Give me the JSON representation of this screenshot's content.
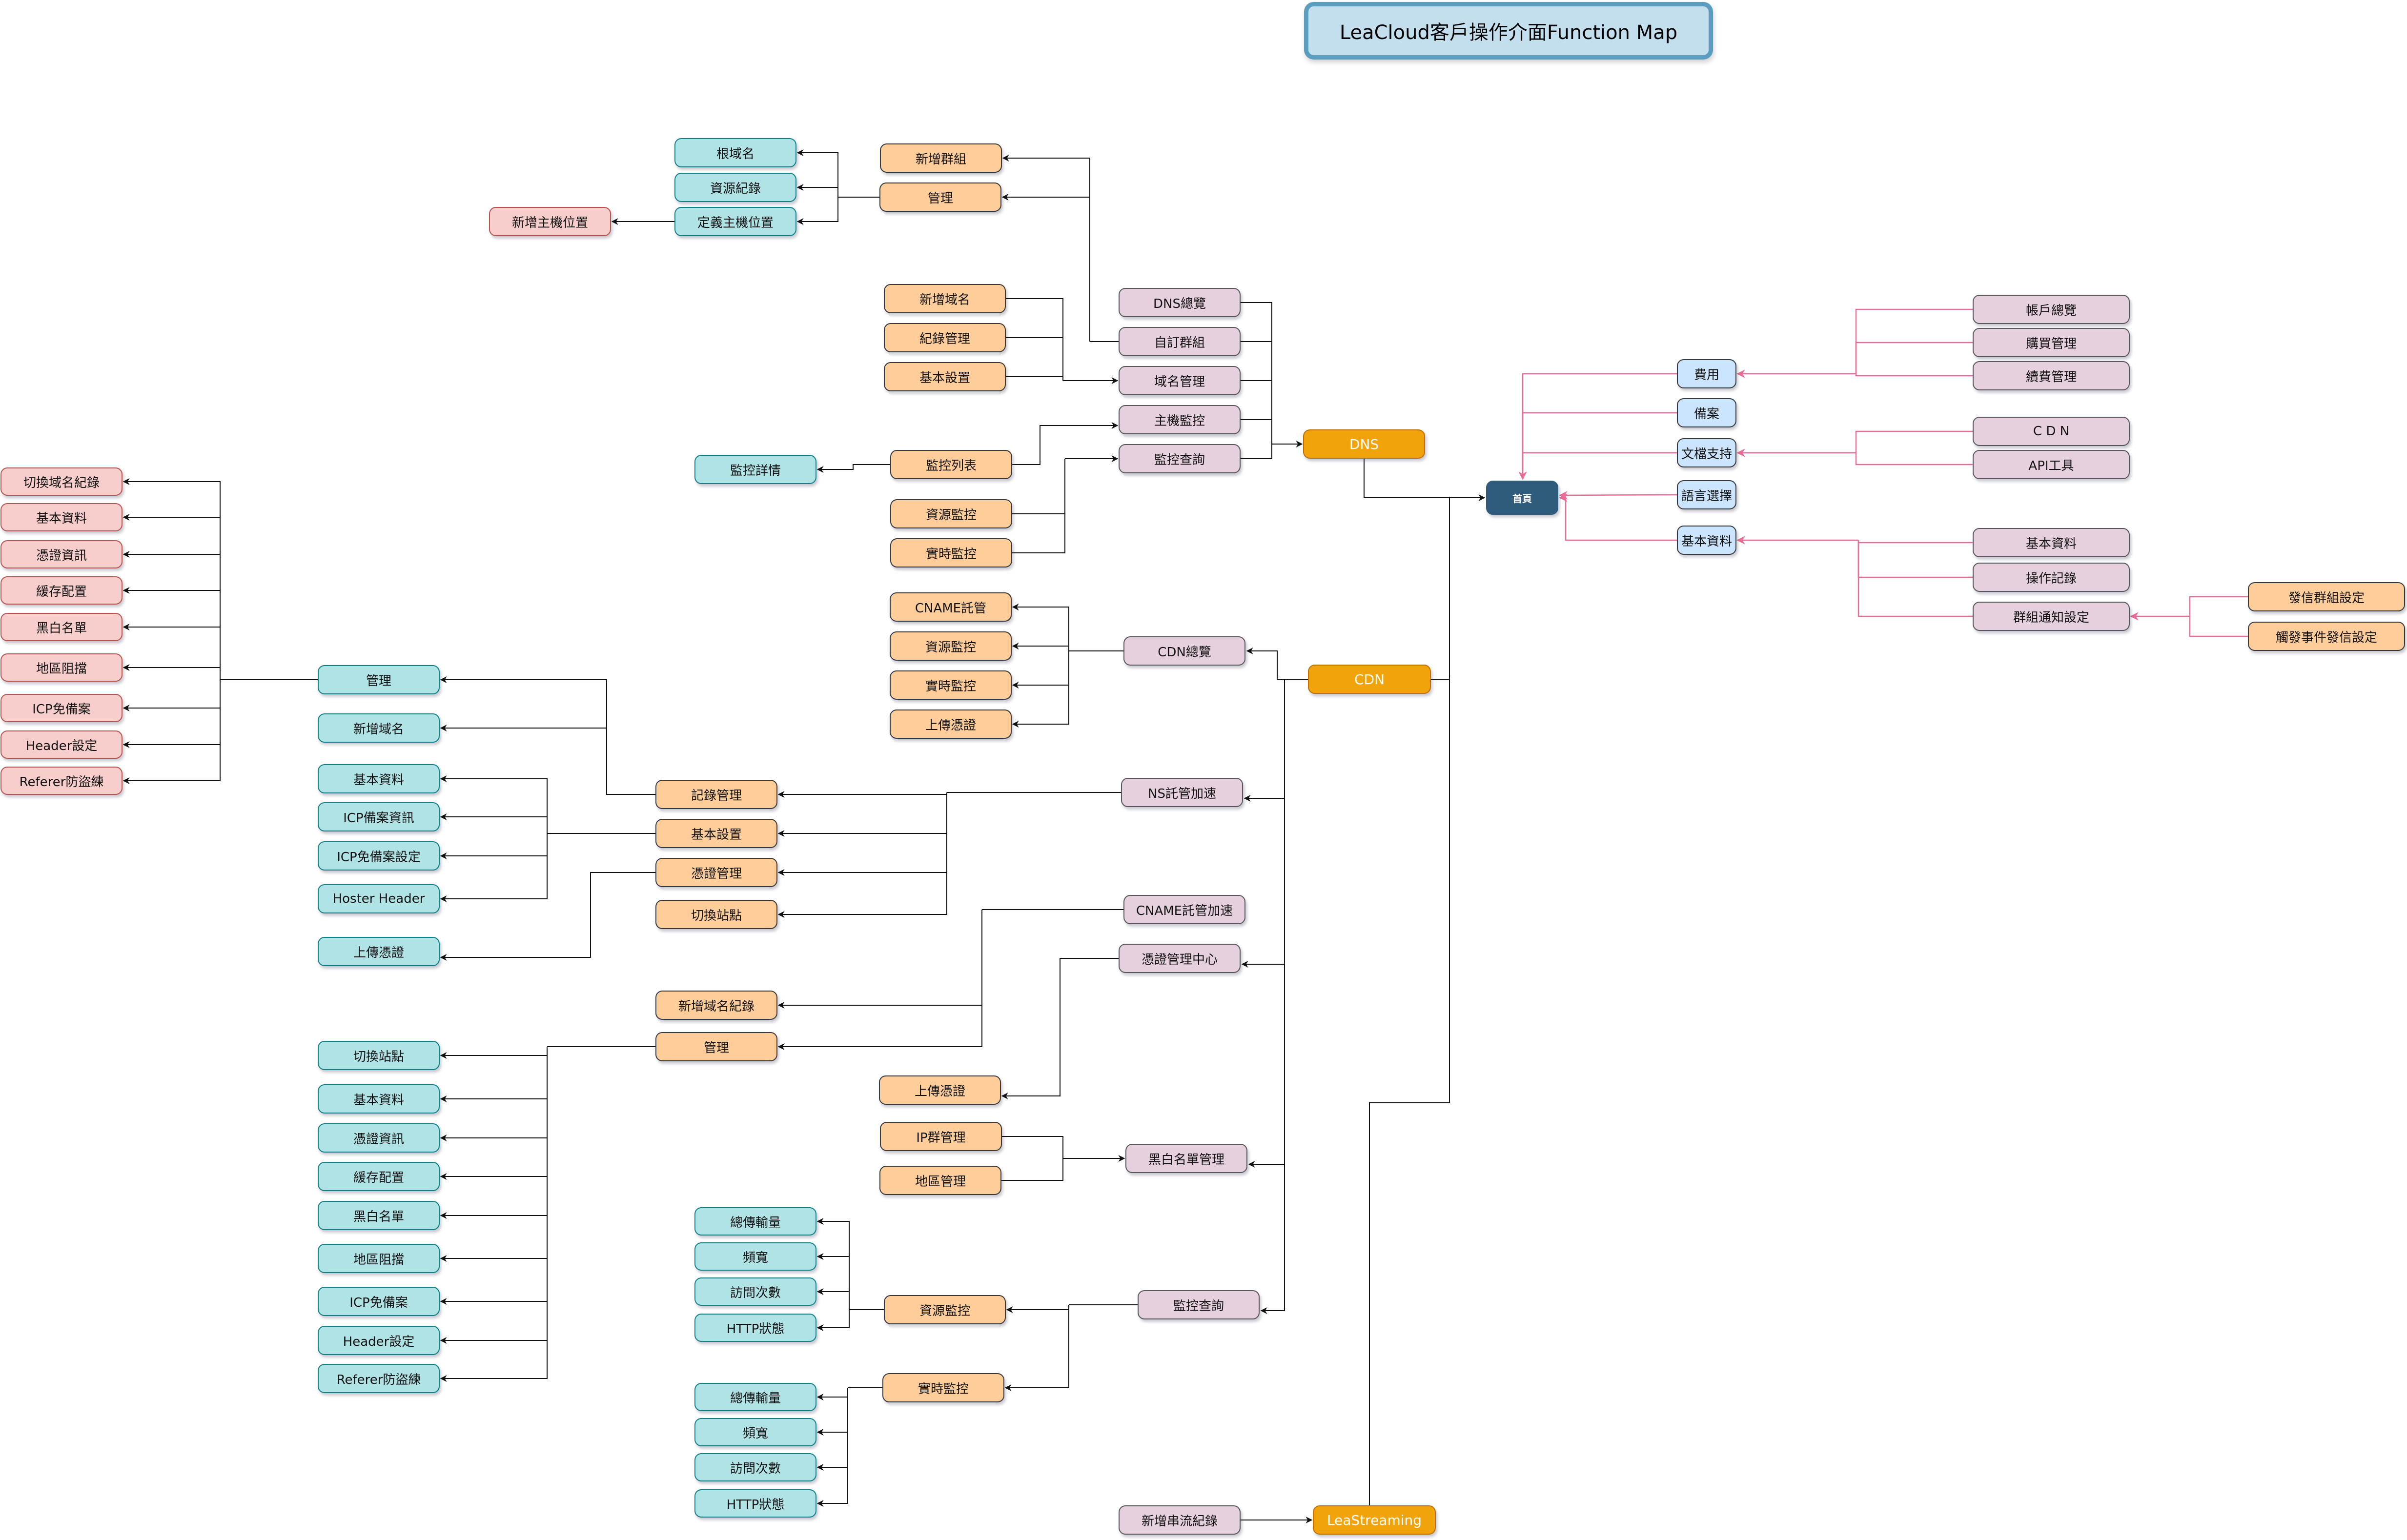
{
  "title": "LeaCloud客戶操作介面Function Map",
  "colors": {
    "cyan": "#b0e3e6",
    "pink": "#f8cecc",
    "orange": "#ffcd99",
    "lilac": "#e6d0de",
    "blue": "#cce5ff",
    "gold": "#f0a30a",
    "home": "#2f5b7c",
    "edge_dark": "#111111",
    "edge_pink": "#ea6b96"
  },
  "nodes": {
    "home": "首頁",
    "fee": "費用",
    "filing": "備案",
    "docs": "文檔支持",
    "lang": "語言選擇",
    "profile": "基本資料",
    "acct_overview": "帳戶總覽",
    "purchase_mgmt": "購買管理",
    "renew_mgmt": "續費管理",
    "doc_cdn": "C D N",
    "api_tools": "API工具",
    "profile_basic": "基本資料",
    "op_log": "操作記錄",
    "group_notify": "群組通知設定",
    "mail_group": "發信群組設定",
    "trigger_mail": "觸發事件發信設定",
    "dns": "DNS",
    "cdn": "CDN",
    "leastreaming": "LeaStreaming",
    "dns_overview": "DNS總覽",
    "custom_group": "自訂群組",
    "domain_mgmt": "域名管理",
    "host_monitor": "主機監控",
    "monitor_query": "監控查詢",
    "add_group": "新增群組",
    "group_manage": "管理",
    "root_domain": "根域名",
    "resource_record": "資源紀錄",
    "define_host": "定義主機位置",
    "add_host": "新增主機位置",
    "add_domain": "新增域名",
    "record_mgmt": "紀錄管理",
    "basic_settings": "基本設置",
    "monitor_list": "監控列表",
    "monitor_detail": "監控詳情",
    "dns_resource_mon": "資源監控",
    "dns_realtime_mon": "實時監控",
    "cdn_overview": "CDN總覽",
    "cname_hosting": "CNAME託管",
    "cdn_res_mon": "資源監控",
    "cdn_rt_mon": "實時監控",
    "cdn_upload_cert": "上傳憑證",
    "ns_accel": "NS託管加速",
    "ns_record_mgmt": "記錄管理",
    "ns_basic_settings": "基本設置",
    "ns_cert_mgmt": "憑證管理",
    "ns_switch_site": "切換站點",
    "ns_manage": "管理",
    "ns_add_domain": "新增域名",
    "nsm_switch_record": "切換域名紀錄",
    "nsm_basic": "基本資料",
    "nsm_cert_info": "憑證資訊",
    "nsm_cache": "緩存配置",
    "nsm_bw_list": "黑白名單",
    "nsm_geo_block": "地區阻擋",
    "nsm_icp_exempt": "ICP免備案",
    "nsm_header": "Header設定",
    "nsm_referer": "Referer防盜練",
    "nsb_basic": "基本資料",
    "nsb_icp_info": "ICP備案資訊",
    "nsb_icp_exempt": "ICP免備案設定",
    "nsb_hoster": "Hoster Header",
    "nsc_upload": "上傳憑證",
    "cname_accel": "CNAME託管加速",
    "cert_center": "憑證管理中心",
    "cn_add_record": "新增域名紀錄",
    "cn_manage": "管理",
    "cnm_switch_site": "切換站點",
    "cnm_basic": "基本資料",
    "cnm_cert_info": "憑證資訊",
    "cnm_cache": "緩存配置",
    "cnm_bw_list": "黑白名單",
    "cnm_geo_block": "地區阻擋",
    "cnm_icp_exempt": "ICP免備案",
    "cnm_header": "Header設定",
    "cnm_referer": "Referer防盜練",
    "cc_upload": "上傳憑證",
    "bw_mgmt": "黑白名單管理",
    "ip_group": "IP群管理",
    "region_mgmt": "地區管理",
    "cdn_monitor_query": "監控查詢",
    "mq_res_mon": "資源監控",
    "mq_rt_mon": "實時監控",
    "rm_total": "總傳輸量",
    "rm_bw": "頻寬",
    "rm_visits": "訪問次數",
    "rm_http": "HTTP狀態",
    "rt_total": "總傳輸量",
    "rt_bw": "頻寬",
    "rt_visits": "訪問次數",
    "rt_http": "HTTP狀態",
    "add_stream": "新增串流紀錄"
  }
}
